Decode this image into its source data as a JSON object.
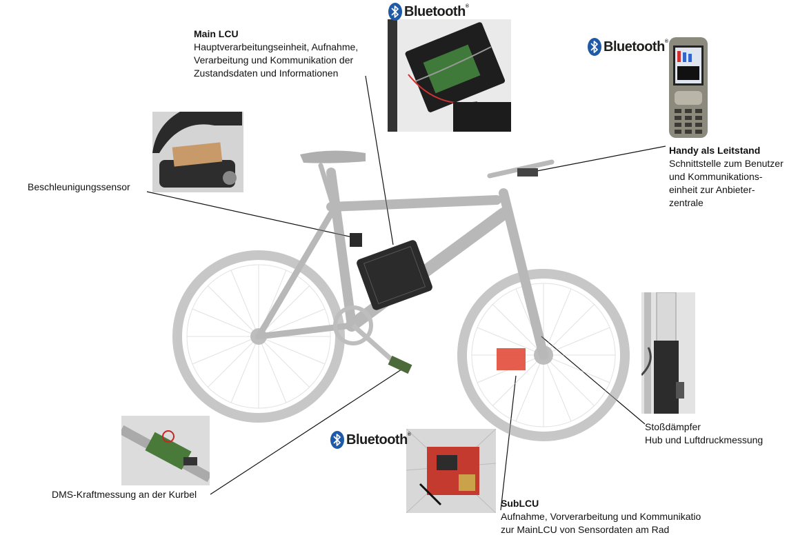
{
  "bluetooth_label": "Bluetooth",
  "bluetooth_reg": "®",
  "colors": {
    "bluetooth_blue": "#1f5aa6",
    "bike_gray": "#b9b9b9",
    "line": "#111111"
  },
  "labels": {
    "main_lcu": {
      "title": "Main LCU",
      "lines": [
        "Hauptverarbeitungseinheit,  Aufnahme,",
        "Verarbeitung und Kommunikation der",
        "Zustandsdaten und Informationen"
      ]
    },
    "handy": {
      "title": "Handy als Leitstand",
      "lines": [
        "Schnittstelle zum Benutzer",
        "und Kommunikations-",
        "einheit zur Anbieter-",
        "zentrale"
      ]
    },
    "beschleunigung": {
      "text": "Beschleunigungssensor"
    },
    "stossdaempfer": {
      "lines": [
        "Stoßdämpfer",
        "Hub und Luftdruckmessung"
      ]
    },
    "dms": {
      "text": "DMS-Kraftmessung an der Kurbel"
    },
    "sub_lcu": {
      "title": "SubLCU",
      "lines": [
        "Aufnahme, Vorverarbeitung und Kommunikatio",
        "zur MainLCU von Sensordaten am Rad"
      ]
    }
  },
  "icons": [
    "bluetooth-icon",
    "mountain-bike",
    "mobile-phone",
    "circuit-board",
    "suspension-fork",
    "crank-sensor",
    "accelerometer"
  ]
}
